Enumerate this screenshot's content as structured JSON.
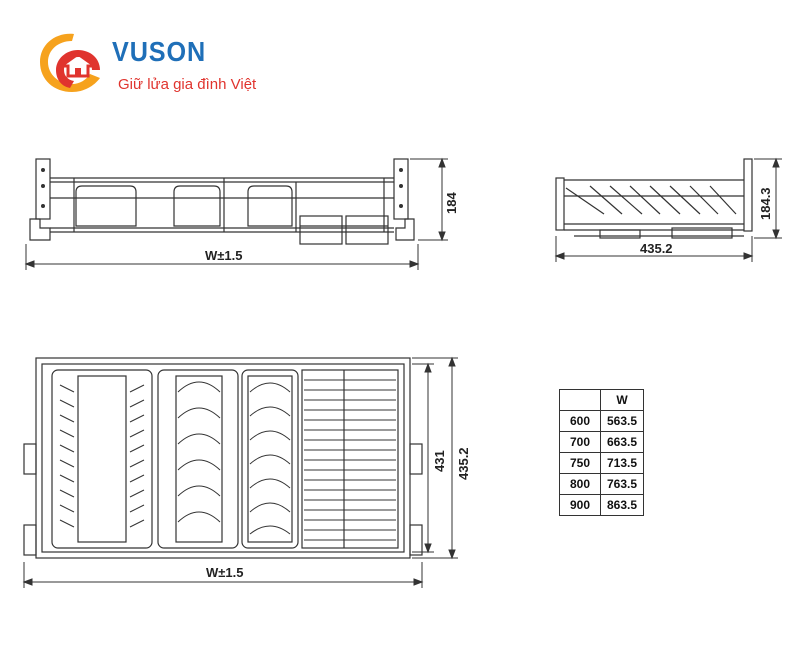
{
  "brand": {
    "name": "VUSON",
    "slogan": "Giữ lửa gia đình Việt",
    "colors": {
      "name": "#1f6fb8",
      "slogan": "#e0342e",
      "mark_orange": "#f6a21d",
      "mark_red": "#e0342e"
    }
  },
  "front_view": {
    "width_label": "W±1.5",
    "height_label": "184"
  },
  "side_view": {
    "depth_label": "435.2",
    "height_label": "184.3"
  },
  "top_view": {
    "width_label": "W±1.5",
    "inner_depth_label": "431",
    "outer_depth_label": "435.2"
  },
  "size_table": {
    "header": [
      "",
      "W"
    ],
    "rows": [
      [
        "600",
        "563.5"
      ],
      [
        "700",
        "663.5"
      ],
      [
        "750",
        "713.5"
      ],
      [
        "800",
        "763.5"
      ],
      [
        "900",
        "863.5"
      ]
    ]
  }
}
